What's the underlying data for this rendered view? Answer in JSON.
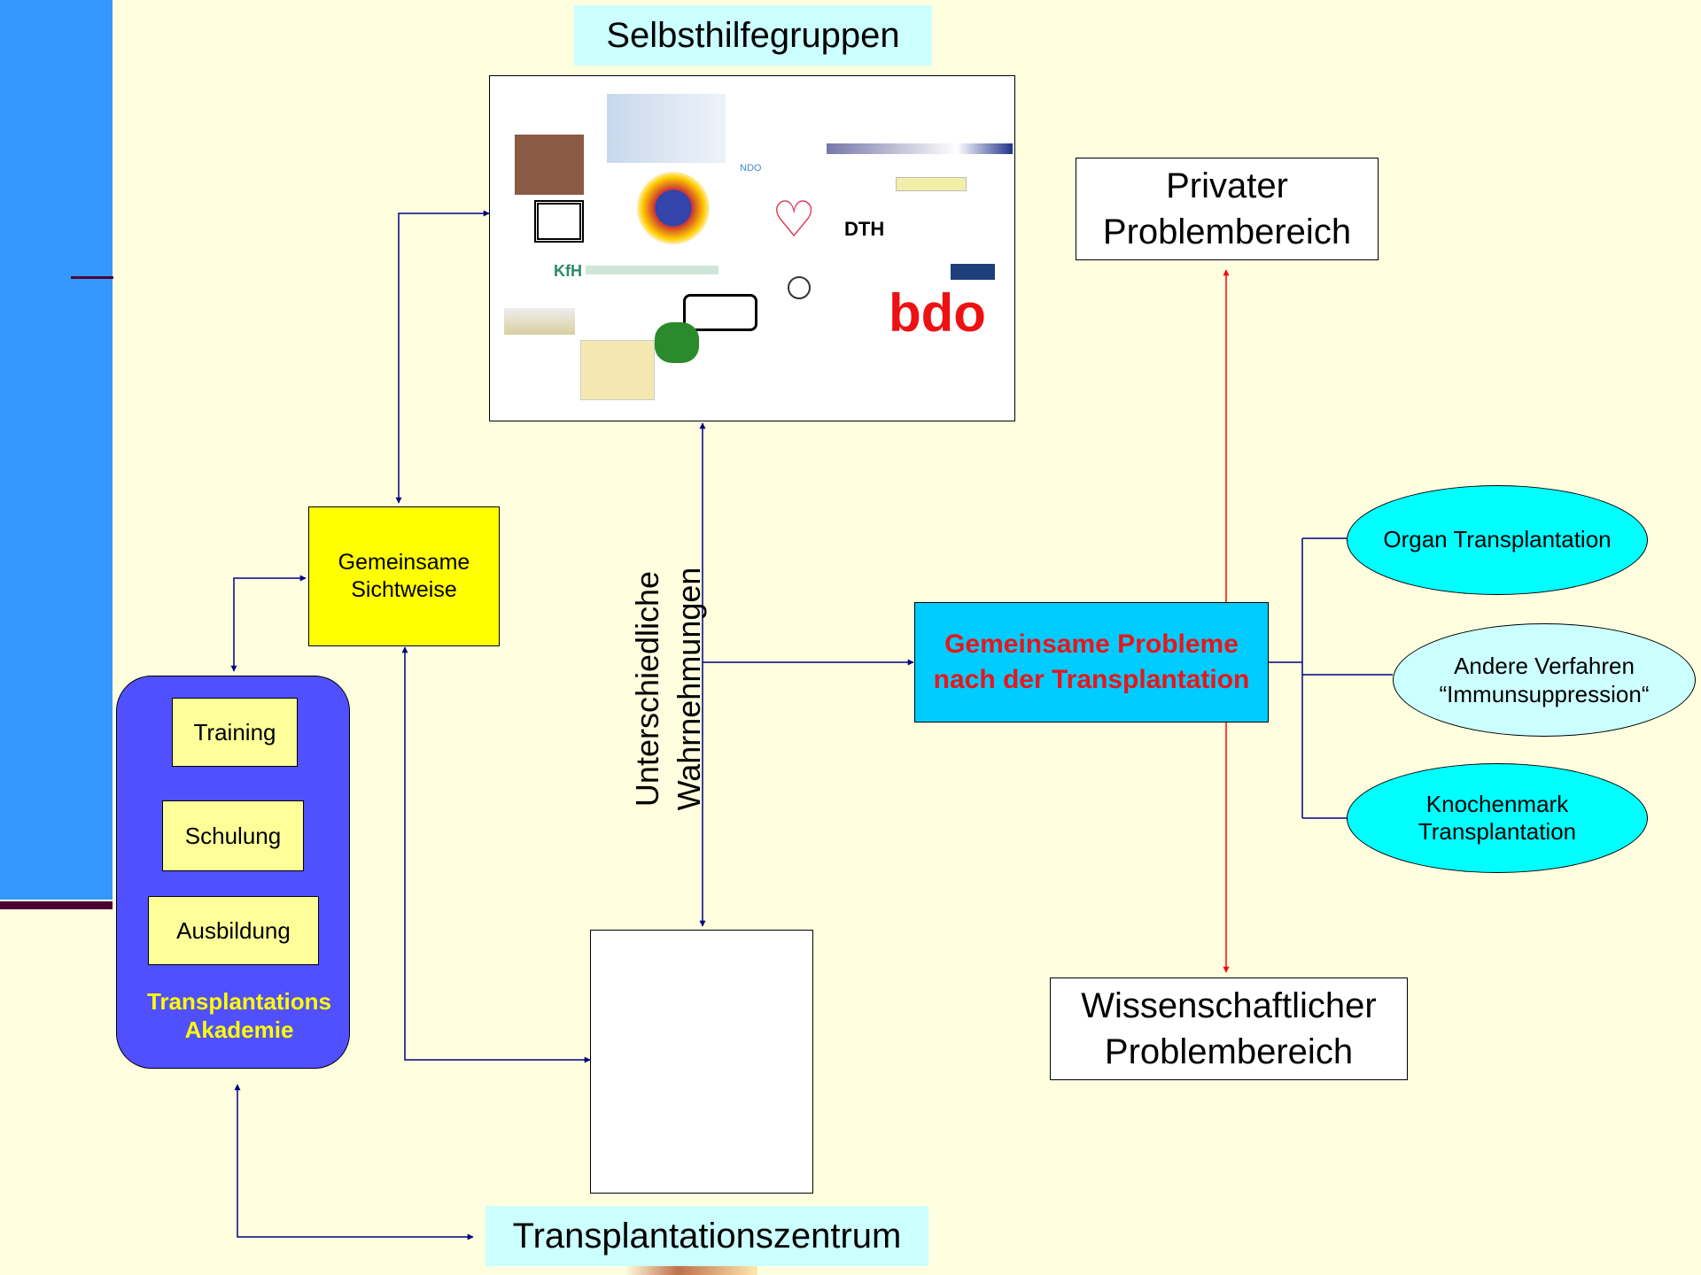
{
  "title": "Selbsthilfegruppen",
  "bottom_title": "Transplantationszentrum",
  "logos": {
    "kfh": "KfH",
    "bdo": "bdo",
    "dth": "DTH",
    "ndo": "NDO"
  },
  "gemeinsame_sichtweise": "Gemeinsame Sichtweise",
  "akademie": {
    "title": "Transplantations Akademie",
    "items": [
      "Training",
      "Schulung",
      "Ausbildung"
    ]
  },
  "wahrnehmungen": "Unterschiedliche Wahrnehmungen",
  "central": "Gemeinsame Probleme nach der Transplantation",
  "private": "Privater Problembereich",
  "wissenschaft": "Wissenschaftlicher Problembereich",
  "ellipses": [
    "Organ Transplantation",
    "Andere Verfahren “Immunsuppression“",
    "Knochenmark Transplantation"
  ],
  "colors": {
    "background": "#ffffe0",
    "sidebar": "#3399ff",
    "accent_line": "#4d0033",
    "akademie_bg": "#5050ff",
    "akademie_text": "#ffff00",
    "yellow_box": "#ffff00",
    "item_box": "#ffff99",
    "central_bg": "#00ccff",
    "central_text": "#e8161b",
    "ellipse_cyan": "#00ffff",
    "ellipse_light": "#ccffff",
    "title_bg": "#ccffff",
    "arrow_blue": "#000080",
    "arrow_red": "#ff0000"
  }
}
